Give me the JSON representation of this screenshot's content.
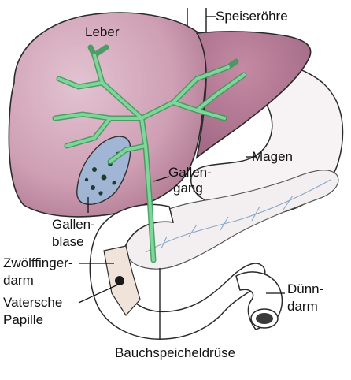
{
  "labels": {
    "leber": "Leber",
    "speiseroehre": "Speiseröhre",
    "magen": "Magen",
    "gallengang_1": "Gallen-",
    "gallengang_2": "gang",
    "gallenblase_1": "Gallen-",
    "gallenblase_2": "blase",
    "zwoelffinger_1": "Zwölffinger-",
    "zwoelffinger_2": "darm",
    "vatersche_1": "Vatersche",
    "vatersche_2": "Papille",
    "duenndarm_1": "Dünn-",
    "duenndarm_2": "darm",
    "bauchspeicheldruese": "Bauchspeicheldrüse"
  },
  "colors": {
    "liver": "#cf9fb4",
    "liver_shade": "#a8708a",
    "bile": "#7fd69a",
    "bile_stroke": "#3f9a5c",
    "gallbladder": "#9fb7d6",
    "organ_outline": "#2a2a2a",
    "pancreas": "#f3eef0",
    "vessels": "#8aa7c8"
  },
  "icons": {
    "papilla": "dark-dot"
  }
}
